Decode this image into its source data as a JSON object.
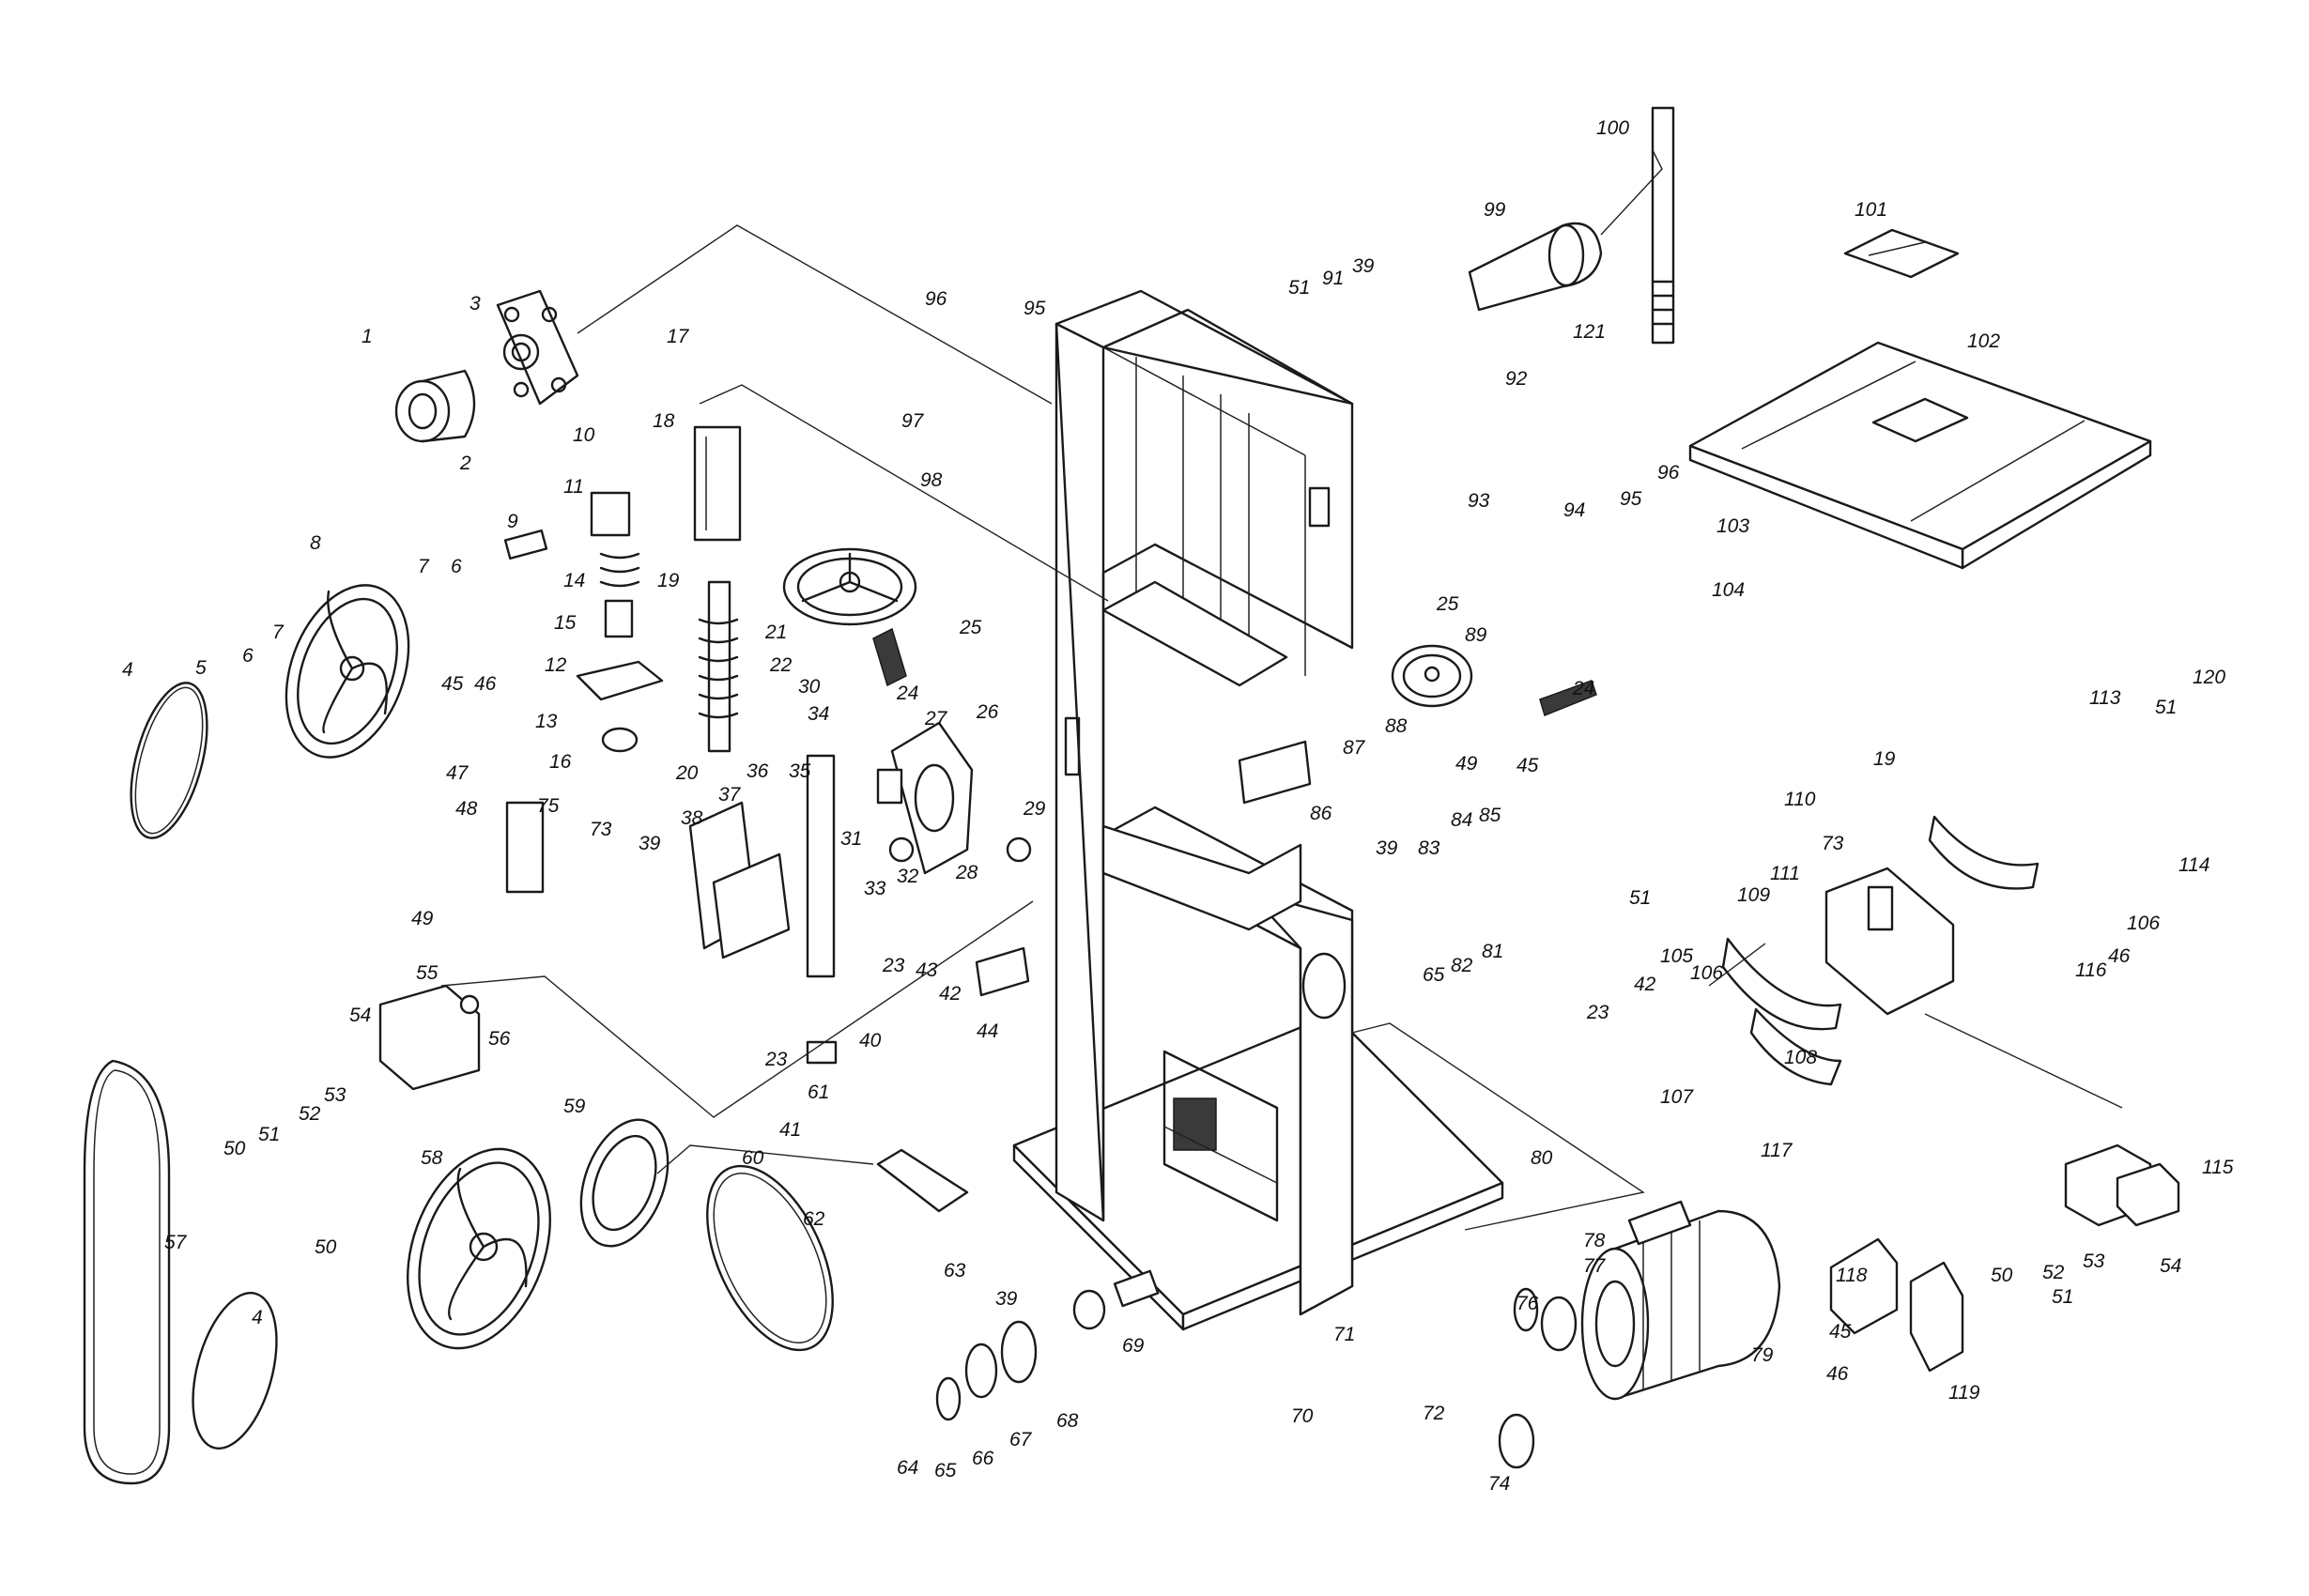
{
  "labels": [
    {
      "id": "1",
      "t": "1"
    },
    {
      "id": "2",
      "t": "2"
    },
    {
      "id": "3",
      "t": "3"
    },
    {
      "id": "4a",
      "t": "4"
    },
    {
      "id": "4b",
      "t": "4"
    },
    {
      "id": "5",
      "t": "5"
    },
    {
      "id": "6a",
      "t": "6"
    },
    {
      "id": "6b",
      "t": "6"
    },
    {
      "id": "7a",
      "t": "7"
    },
    {
      "id": "7b",
      "t": "7"
    },
    {
      "id": "8",
      "t": "8"
    },
    {
      "id": "9",
      "t": "9"
    },
    {
      "id": "10",
      "t": "10"
    },
    {
      "id": "11",
      "t": "11"
    },
    {
      "id": "12",
      "t": "12"
    },
    {
      "id": "13",
      "t": "13"
    },
    {
      "id": "14",
      "t": "14"
    },
    {
      "id": "15",
      "t": "15"
    },
    {
      "id": "16",
      "t": "16"
    },
    {
      "id": "17",
      "t": "17"
    },
    {
      "id": "18",
      "t": "18"
    },
    {
      "id": "19a",
      "t": "19"
    },
    {
      "id": "19b",
      "t": "19"
    },
    {
      "id": "20",
      "t": "20"
    },
    {
      "id": "21",
      "t": "21"
    },
    {
      "id": "22",
      "t": "22"
    },
    {
      "id": "23a",
      "t": "23"
    },
    {
      "id": "23b",
      "t": "23"
    },
    {
      "id": "23c",
      "t": "23"
    },
    {
      "id": "24a",
      "t": "24"
    },
    {
      "id": "24b",
      "t": "24"
    },
    {
      "id": "25a",
      "t": "25"
    },
    {
      "id": "25b",
      "t": "25"
    },
    {
      "id": "26",
      "t": "26"
    },
    {
      "id": "27",
      "t": "27"
    },
    {
      "id": "28",
      "t": "28"
    },
    {
      "id": "29",
      "t": "29"
    },
    {
      "id": "30",
      "t": "30"
    },
    {
      "id": "31",
      "t": "31"
    },
    {
      "id": "32",
      "t": "32"
    },
    {
      "id": "33",
      "t": "33"
    },
    {
      "id": "34",
      "t": "34"
    },
    {
      "id": "35",
      "t": "35"
    },
    {
      "id": "36",
      "t": "36"
    },
    {
      "id": "37",
      "t": "37"
    },
    {
      "id": "38",
      "t": "38"
    },
    {
      "id": "39a",
      "t": "39"
    },
    {
      "id": "39b",
      "t": "39"
    },
    {
      "id": "39c",
      "t": "39"
    },
    {
      "id": "39d",
      "t": "39"
    },
    {
      "id": "40",
      "t": "40"
    },
    {
      "id": "41",
      "t": "41"
    },
    {
      "id": "42a",
      "t": "42"
    },
    {
      "id": "42b",
      "t": "42"
    },
    {
      "id": "43",
      "t": "43"
    },
    {
      "id": "44",
      "t": "44"
    },
    {
      "id": "45a",
      "t": "45"
    },
    {
      "id": "45b",
      "t": "45"
    },
    {
      "id": "45c",
      "t": "45"
    },
    {
      "id": "46a",
      "t": "46"
    },
    {
      "id": "46b",
      "t": "46"
    },
    {
      "id": "46c",
      "t": "46"
    },
    {
      "id": "47",
      "t": "47"
    },
    {
      "id": "48",
      "t": "48"
    },
    {
      "id": "49a",
      "t": "49"
    },
    {
      "id": "49b",
      "t": "49"
    },
    {
      "id": "50a",
      "t": "50"
    },
    {
      "id": "50b",
      "t": "50"
    },
    {
      "id": "50c",
      "t": "50"
    },
    {
      "id": "51a",
      "t": "51"
    },
    {
      "id": "51b",
      "t": "51"
    },
    {
      "id": "51c",
      "t": "51"
    },
    {
      "id": "51d",
      "t": "51"
    },
    {
      "id": "51e",
      "t": "51"
    },
    {
      "id": "52a",
      "t": "52"
    },
    {
      "id": "52b",
      "t": "52"
    },
    {
      "id": "53a",
      "t": "53"
    },
    {
      "id": "53b",
      "t": "53"
    },
    {
      "id": "54a",
      "t": "54"
    },
    {
      "id": "54b",
      "t": "54"
    },
    {
      "id": "55",
      "t": "55"
    },
    {
      "id": "56",
      "t": "56"
    },
    {
      "id": "57",
      "t": "57"
    },
    {
      "id": "58",
      "t": "58"
    },
    {
      "id": "59",
      "t": "59"
    },
    {
      "id": "60",
      "t": "60"
    },
    {
      "id": "61",
      "t": "61"
    },
    {
      "id": "62",
      "t": "62"
    },
    {
      "id": "63",
      "t": "63"
    },
    {
      "id": "64",
      "t": "64"
    },
    {
      "id": "65a",
      "t": "65"
    },
    {
      "id": "65b",
      "t": "65"
    },
    {
      "id": "66",
      "t": "66"
    },
    {
      "id": "67",
      "t": "67"
    },
    {
      "id": "68",
      "t": "68"
    },
    {
      "id": "69",
      "t": "69"
    },
    {
      "id": "70",
      "t": "70"
    },
    {
      "id": "71",
      "t": "71"
    },
    {
      "id": "72",
      "t": "72"
    },
    {
      "id": "73a",
      "t": "73"
    },
    {
      "id": "73b",
      "t": "73"
    },
    {
      "id": "74",
      "t": "74"
    },
    {
      "id": "75",
      "t": "75"
    },
    {
      "id": "76",
      "t": "76"
    },
    {
      "id": "77",
      "t": "77"
    },
    {
      "id": "78",
      "t": "78"
    },
    {
      "id": "79",
      "t": "79"
    },
    {
      "id": "80",
      "t": "80"
    },
    {
      "id": "81",
      "t": "81"
    },
    {
      "id": "82",
      "t": "82"
    },
    {
      "id": "83",
      "t": "83"
    },
    {
      "id": "84",
      "t": "84"
    },
    {
      "id": "85",
      "t": "85"
    },
    {
      "id": "86",
      "t": "86"
    },
    {
      "id": "87",
      "t": "87"
    },
    {
      "id": "88",
      "t": "88"
    },
    {
      "id": "89",
      "t": "89"
    },
    {
      "id": "91",
      "t": "91"
    },
    {
      "id": "92",
      "t": "92"
    },
    {
      "id": "93",
      "t": "93"
    },
    {
      "id": "94",
      "t": "94"
    },
    {
      "id": "95a",
      "t": "95"
    },
    {
      "id": "95b",
      "t": "95"
    },
    {
      "id": "96a",
      "t": "96"
    },
    {
      "id": "96b",
      "t": "96"
    },
    {
      "id": "97",
      "t": "97"
    },
    {
      "id": "98",
      "t": "98"
    },
    {
      "id": "99",
      "t": "99"
    },
    {
      "id": "100",
      "t": "100"
    },
    {
      "id": "101",
      "t": "101"
    },
    {
      "id": "102",
      "t": "102"
    },
    {
      "id": "103",
      "t": "103"
    },
    {
      "id": "104",
      "t": "104"
    },
    {
      "id": "105",
      "t": "105"
    },
    {
      "id": "106a",
      "t": "106"
    },
    {
      "id": "106b",
      "t": "106"
    },
    {
      "id": "107",
      "t": "107"
    },
    {
      "id": "108",
      "t": "108"
    },
    {
      "id": "109",
      "t": "109"
    },
    {
      "id": "110",
      "t": "110"
    },
    {
      "id": "111",
      "t": "111"
    },
    {
      "id": "113",
      "t": "113"
    },
    {
      "id": "114",
      "t": "114"
    },
    {
      "id": "115",
      "t": "115"
    },
    {
      "id": "116",
      "t": "116"
    },
    {
      "id": "117",
      "t": "117"
    },
    {
      "id": "118",
      "t": "118"
    },
    {
      "id": "119",
      "t": "119"
    },
    {
      "id": "120",
      "t": "120"
    },
    {
      "id": "121",
      "t": "121"
    }
  ]
}
